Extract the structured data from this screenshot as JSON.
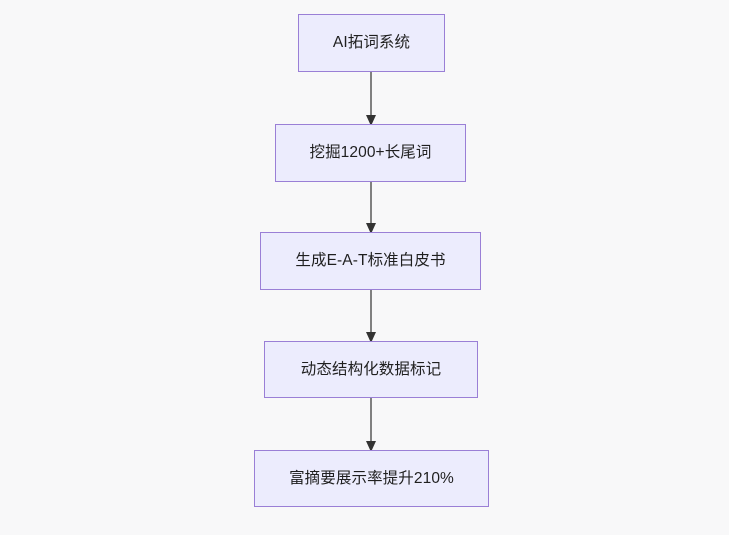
{
  "diagram": {
    "type": "flowchart",
    "direction": "top-to-bottom",
    "background_color": "#f8f8f9",
    "node_fill_color": "#ececfd",
    "node_border_color": "#9a7fd6",
    "node_text_color": "#1f1f1f",
    "edge_color": "#808080",
    "arrowhead_color": "#333333",
    "nodes": [
      {
        "id": "n1",
        "label": "AI拓词系统"
      },
      {
        "id": "n2",
        "label": "挖掘1200+长尾词"
      },
      {
        "id": "n3",
        "label": "生成E-A-T标准白皮书"
      },
      {
        "id": "n4",
        "label": "动态结构化数据标记"
      },
      {
        "id": "n5",
        "label": "富摘要展示率提升210%"
      }
    ],
    "edges": [
      {
        "from": "n1",
        "to": "n2",
        "label": ""
      },
      {
        "from": "n2",
        "to": "n3",
        "label": ""
      },
      {
        "from": "n3",
        "to": "n4",
        "label": ""
      },
      {
        "from": "n4",
        "to": "n5",
        "label": ""
      }
    ]
  }
}
